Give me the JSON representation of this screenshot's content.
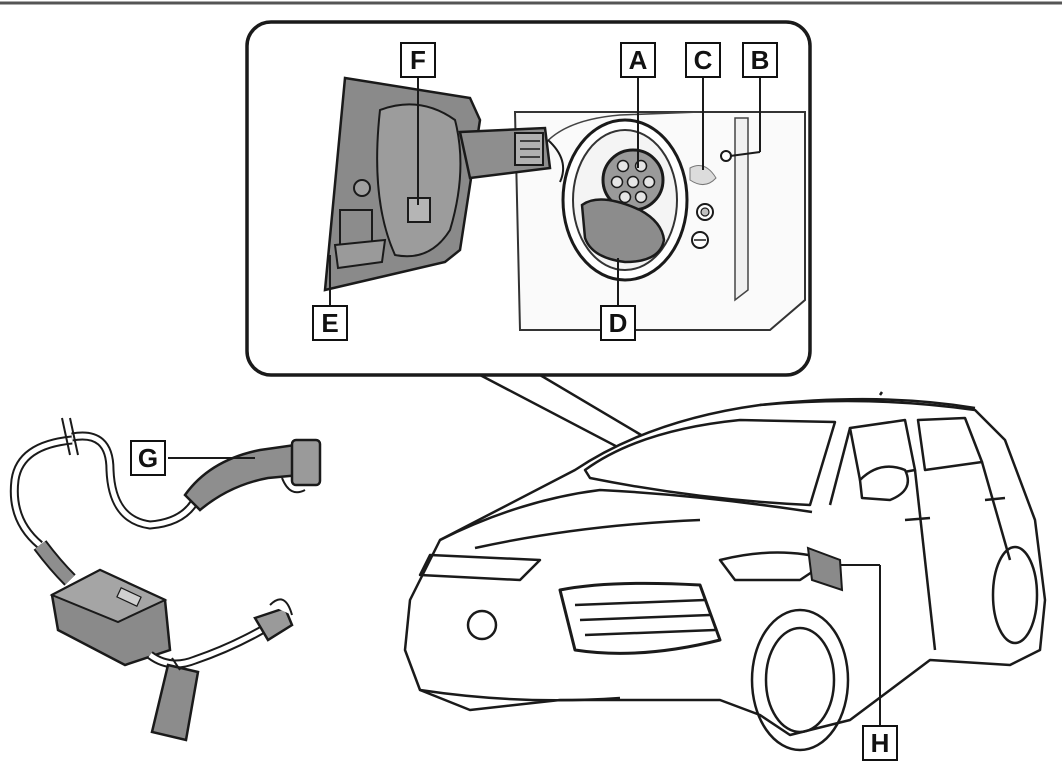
{
  "callouts": {
    "a": "A",
    "b": "B",
    "c": "C",
    "d": "D",
    "e": "E",
    "f": "F",
    "g": "G",
    "h": "H"
  },
  "colors": {
    "line": "#1a1a1a",
    "lid_fill": "#8a8a8a",
    "port_fill": "#9a9a9a",
    "cap_fill": "#8c8c8c",
    "cable_fill": "#8e8e8e",
    "inset_bg": "#ffffff"
  },
  "icons": [
    "charging-port-inlet",
    "charging-lid",
    "portable-charging-cable",
    "vehicle-outline"
  ]
}
